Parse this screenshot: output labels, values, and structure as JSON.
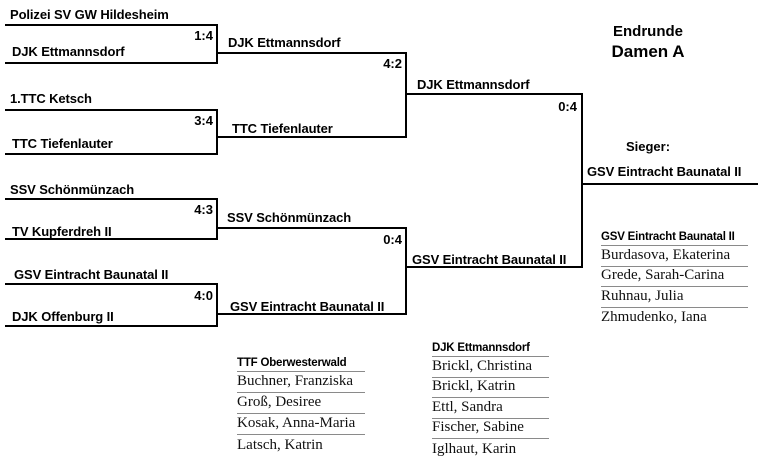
{
  "header": {
    "round_label": "Endrunde",
    "division_label": "Damen A"
  },
  "winner_section": {
    "label": "Sieger:",
    "winner": "GSV Eintracht Baunatal II"
  },
  "bracket": {
    "quarterfinals": [
      {
        "team1": "Polizei SV GW Hildesheim",
        "team2": "DJK Ettmannsdorf",
        "score": "1:4"
      },
      {
        "team1": "1.TTC Ketsch",
        "team2": "TTC Tiefenlauter",
        "score": "3:4"
      },
      {
        "team1": "SSV Schönmünzach",
        "team2": "TV Kupferdreh II",
        "score": "4:3"
      },
      {
        "team1": "GSV Eintracht Baunatal II",
        "team2": "DJK Offenburg II",
        "score": "4:0"
      }
    ],
    "semifinals": [
      {
        "team1": "DJK Ettmannsdorf",
        "team2": "TTC Tiefenlauter",
        "score": "4:2"
      },
      {
        "team1": "SSV Schönmünzach",
        "team2": "GSV Eintracht Baunatal II",
        "score": "0:4"
      }
    ],
    "final": {
      "team1": "DJK Ettmannsdorf",
      "team2": "GSV Eintracht Baunatal II",
      "score": "0:4"
    }
  },
  "rosters": [
    {
      "team": "GSV Eintracht Baunatal II",
      "players": [
        "Burdasova, Ekaterina",
        "Grede, Sarah-Carina",
        "Ruhnau, Julia",
        "Zhmudenko, Iana"
      ]
    },
    {
      "team": "TTF Oberwesterwald",
      "players": [
        "Buchner, Franziska",
        "Groß, Desiree",
        "Kosak, Anna-Maria",
        "Latsch, Katrin"
      ]
    },
    {
      "team": "DJK Ettmannsdorf",
      "players": [
        "Brickl, Christina",
        "Brickl, Katrin",
        "Ettl, Sandra",
        "Fischer, Sabine",
        "Iglhaut, Karin"
      ]
    }
  ],
  "colors": {
    "background": "#ffffff",
    "text": "#000000",
    "bracket_line": "#000000",
    "roster_line": "#8a8a8a"
  }
}
